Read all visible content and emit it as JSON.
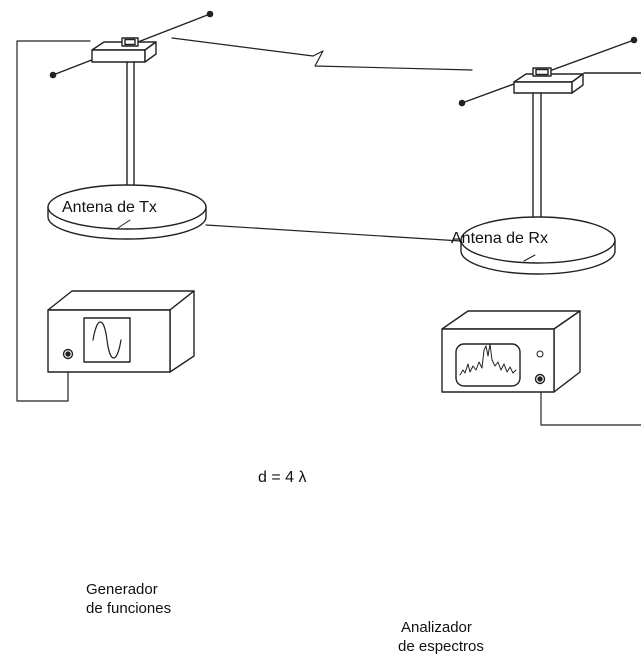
{
  "labels": {
    "tx_antenna": "Antena de Tx",
    "rx_antenna": "Antena de Rx",
    "distance": "d = 4 λ",
    "generator": [
      "Generador",
      "de funciones"
    ],
    "analyzer": [
      "Analizador",
      "de espectros"
    ]
  },
  "colors": {
    "line": "#222222",
    "body": "#ffffff",
    "screen": "#ffffff"
  },
  "icons": {
    "generator_screen": "sine-wave-icon",
    "analyzer_screen": "spectrum-icon"
  }
}
